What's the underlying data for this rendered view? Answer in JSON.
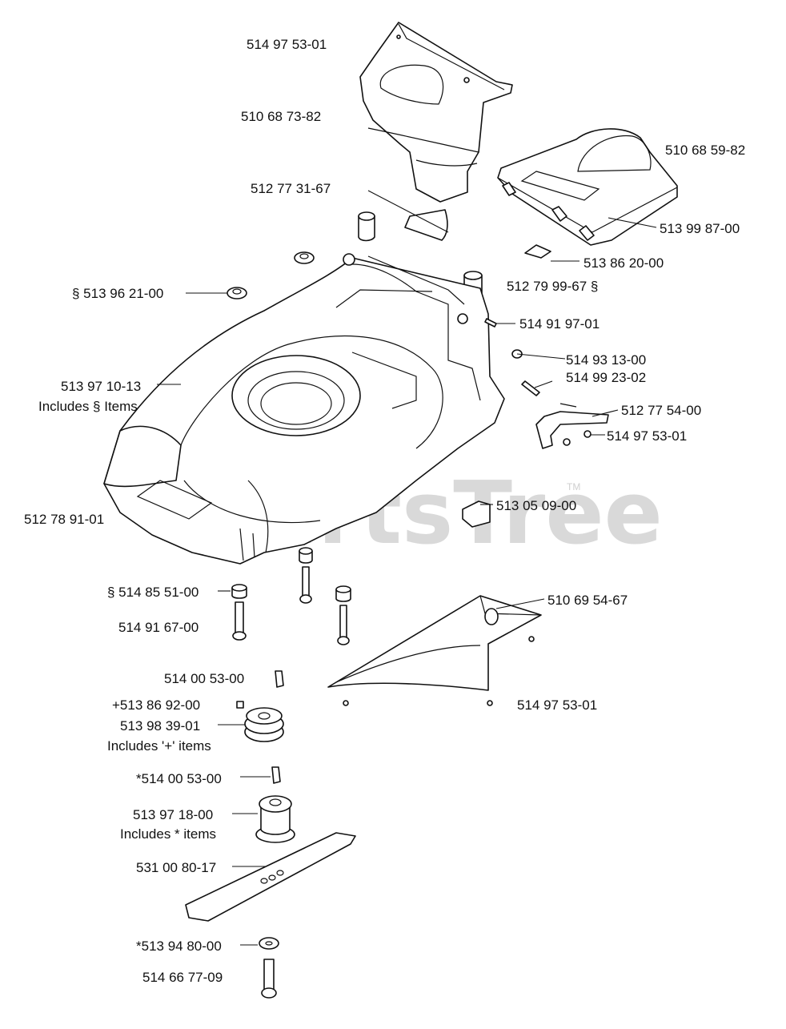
{
  "watermark": {
    "brand": "PartsTree",
    "mark": "TM"
  },
  "labels": {
    "l01": "514 97 53-01",
    "l02": "510 68 73-82",
    "l03": "510 68 59-82",
    "l04": "512 77 31-67",
    "l05": "513 99 87-00",
    "l06": "513 86 20-00",
    "l07": "§ 513 96 21-00",
    "l08": "512 79 99-67 §",
    "l09": "514 91 97-01",
    "l10": "514 93 13-00",
    "l11": "514 99 23-02",
    "l12": "513 97 10-13",
    "l13": "Includes § Items",
    "l14": "512 77 54-00",
    "l15": "514 97 53-01",
    "l16": "513 05 09-00",
    "l17": "512 78 91-01",
    "l18": "§ 514 85 51-00",
    "l19": "514 91 67-00",
    "l20": "510 69 54-67",
    "l21": "514 00 53-00",
    "l22": "+513 86 92-00",
    "l23": "513 98 39-01",
    "l24": "Includes '+' items",
    "l25": "514 97 53-01",
    "l26": "*514 00 53-00",
    "l27": "513 97 18-00",
    "l28": "Includes  *  items",
    "l29": "531 00 80-17",
    "l30": "*513 94 80-00",
    "l31": "514 66 77-09"
  }
}
